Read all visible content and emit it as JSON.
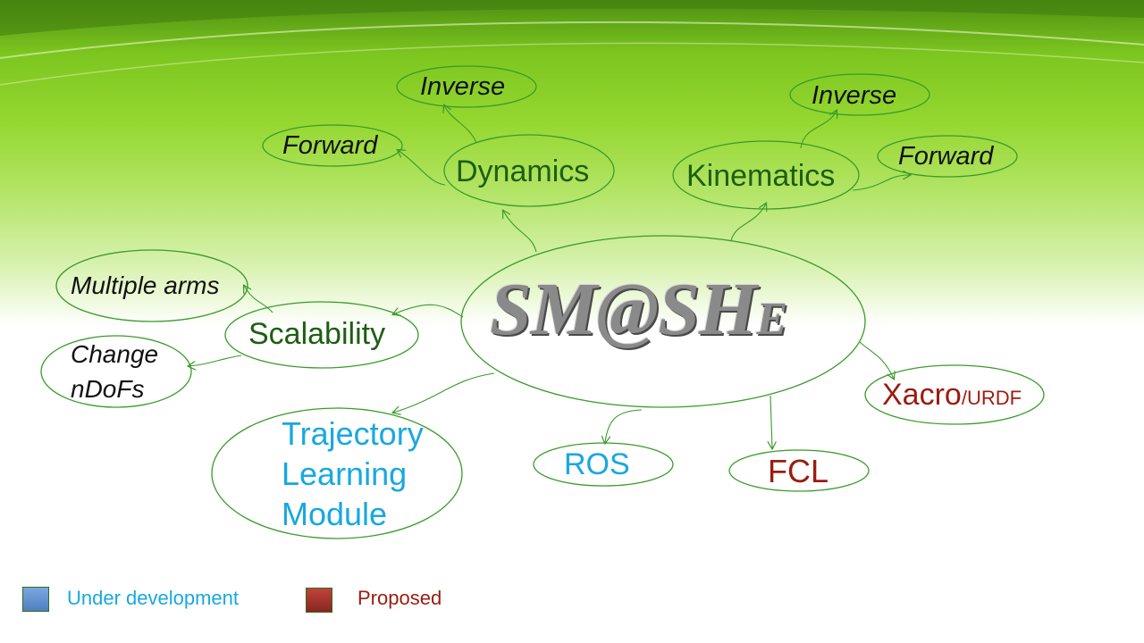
{
  "hub": {
    "title_main": "SM@SH",
    "title_sub": "E"
  },
  "nodes": {
    "dynamics": "Dynamics",
    "dynamics_inverse": "Inverse",
    "dynamics_forward": "Forward",
    "kinematics": "Kinematics",
    "kinematics_inverse": "Inverse",
    "kinematics_forward": "Forward",
    "scalability": "Scalability",
    "multiple_arms": "Multiple arms",
    "change_dofs_line1": "Change",
    "change_dofs_line2": "nDoFs",
    "trajectory_line1": "Trajectory",
    "trajectory_line2": "Learning",
    "trajectory_line3": "Module",
    "ros": "ROS",
    "fcl": "FCL",
    "xacro_main": "Xacro",
    "xacro_suffix": "/URDF"
  },
  "legend": {
    "under_development": {
      "label": "Under development",
      "color": "#5b8fd0"
    },
    "proposed": {
      "label": "Proposed",
      "color": "#a8302a"
    }
  },
  "colors": {
    "outline": "#3a9b2a",
    "established_text": "#1e5e12",
    "under_development_text": "#18a8e0",
    "proposed_text": "#9b1c10"
  }
}
